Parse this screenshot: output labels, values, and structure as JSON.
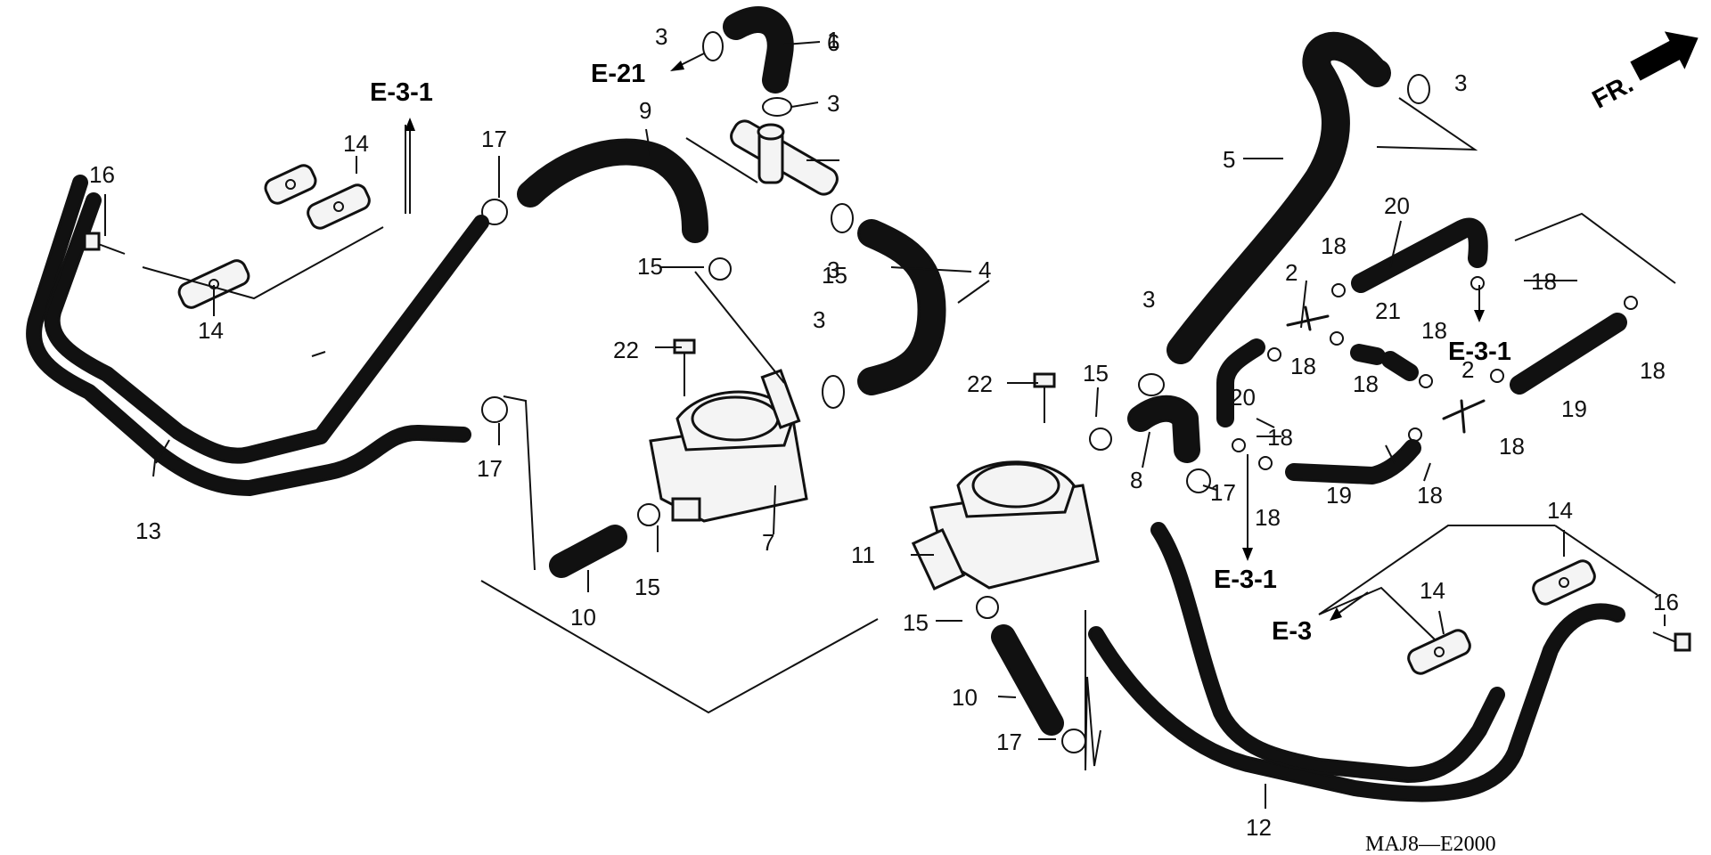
{
  "diagram": {
    "code": "MAJ8—E2000",
    "front_label": "FR.",
    "references": {
      "e21": "E-21",
      "e31_top_left": "E-3-1",
      "e31_right_upper": "E-3-1",
      "e31_right_lower": "E-3-1",
      "e3": "E-3"
    },
    "callouts": [
      "1",
      "2",
      "2",
      "3",
      "3",
      "3",
      "3",
      "3",
      "3",
      "4",
      "5",
      "6",
      "7",
      "8",
      "9",
      "10",
      "10",
      "11",
      "12",
      "13",
      "14",
      "14",
      "14",
      "14",
      "15",
      "15",
      "15",
      "15",
      "15",
      "16",
      "16",
      "17",
      "17",
      "17",
      "17",
      "18",
      "18",
      "18",
      "18",
      "18",
      "18",
      "18",
      "18",
      "18",
      "18",
      "19",
      "19",
      "20",
      "20",
      "21",
      "22",
      "22"
    ]
  },
  "colors": {
    "line": "#111111",
    "background": "#ffffff",
    "body": "#f4f4f4"
  },
  "icons": {
    "front_arrow": "front-arrow-icon"
  }
}
